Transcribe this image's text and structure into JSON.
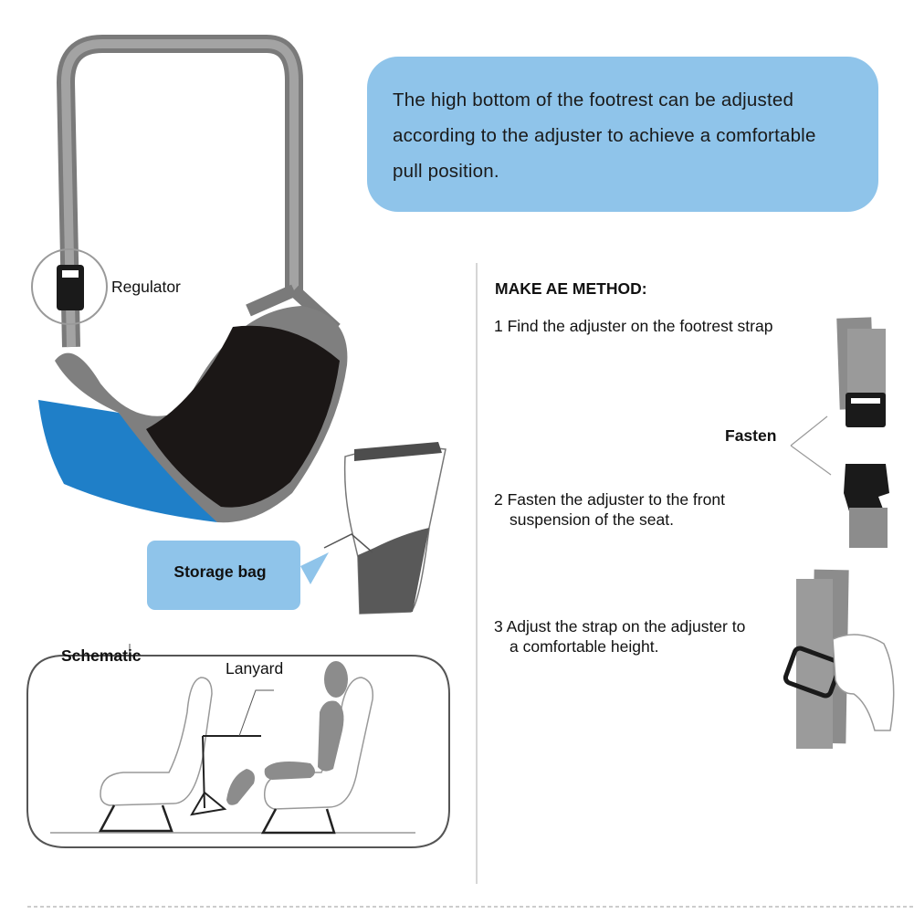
{
  "callout": {
    "line1": "The high bottom of the footrest can be adjusted",
    "line2": "according to the adjuster to achieve a comfortable",
    "line3": "pull position."
  },
  "labels": {
    "regulator": "Regulator",
    "storage_bag": "Storage bag",
    "schematic": "Schematic",
    "lanyard": "Lanyard",
    "fasten": "Fasten"
  },
  "method": {
    "title": "MAKE AE METHOD:",
    "steps": [
      {
        "line1": "1 Find the adjuster on the footrest strap",
        "line2": ""
      },
      {
        "line1": "2 Fasten the adjuster to the front",
        "line2": "suspension of the seat."
      },
      {
        "line1": "3 Adjust the strap on the adjuster to",
        "line2": "a comfortable height."
      }
    ]
  },
  "colors": {
    "callout_blue": "#8fc4ea",
    "fabric_blue": "#1f7fc8",
    "strap_gray": "#8a8a8a",
    "pad_black": "#1b1716"
  }
}
